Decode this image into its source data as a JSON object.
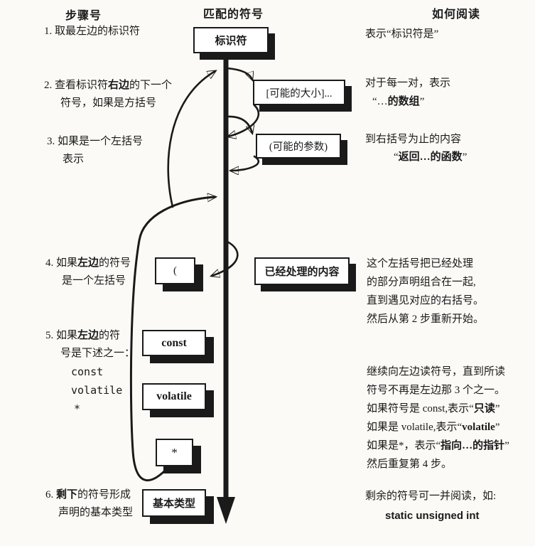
{
  "colors": {
    "ink": "#1a1a1a",
    "paper": "#fbfaf6"
  },
  "headers": {
    "steps": "步骤号",
    "symbols": "匹配的符号",
    "reading": "如何阅读"
  },
  "boxes": {
    "identifier": "标识符",
    "size": "[可能的大小]...",
    "params": "(可能的参数)",
    "lparen": "(",
    "processed": "已经处理的内容",
    "const": "const",
    "volatile": "volatile",
    "star": "*",
    "basetype": "基本类型"
  },
  "steps": [
    {
      "lines": [
        [
          {
            "t": "1.  取最左边的标识符"
          }
        ]
      ]
    },
    {
      "lines": [
        [
          {
            "t": "2.  查看标识符"
          },
          {
            "t": "右边",
            "b": true
          },
          {
            "t": "的下一个"
          }
        ],
        [
          {
            "t": "符号，如果是方括号"
          }
        ]
      ]
    },
    {
      "lines": [
        [
          {
            "t": "3.  如果是一个左括号"
          }
        ],
        [
          {
            "t": "表示"
          }
        ]
      ]
    },
    {
      "lines": [
        [
          {
            "t": "4.  如果"
          },
          {
            "t": "左边",
            "b": true
          },
          {
            "t": "的符号"
          }
        ],
        [
          {
            "t": "是一个左括号"
          }
        ]
      ]
    },
    {
      "lines": [
        [
          {
            "t": "5.  如果"
          },
          {
            "t": "左边",
            "b": true
          },
          {
            "t": "的符"
          }
        ],
        [
          {
            "t": "号是下述之一："
          }
        ]
      ],
      "code": [
        "const",
        "volatile",
        "*"
      ]
    },
    {
      "lines": [
        [
          {
            "t": "6.  "
          },
          {
            "t": "剩下",
            "b": true
          },
          {
            "t": "的符号形成"
          }
        ],
        [
          {
            "t": "声明的基本类型"
          }
        ]
      ]
    }
  ],
  "readings": [
    {
      "lines": [
        [
          {
            "t": "表示“标识符是”"
          }
        ]
      ]
    },
    {
      "lines": [
        [
          {
            "t": "对于每一对，表示"
          }
        ],
        [
          {
            "t": "“…"
          },
          {
            "t": "的数组",
            "b": true
          },
          {
            "t": "”"
          }
        ]
      ]
    },
    {
      "lines": [
        [
          {
            "t": "到右括号为止的内容"
          }
        ],
        [
          {
            "t": "“"
          },
          {
            "t": "返回…的函数",
            "b": true
          },
          {
            "t": "”"
          }
        ]
      ]
    },
    {
      "lines": [
        [
          {
            "t": "这个左括号把已经处理"
          }
        ],
        [
          {
            "t": "的部分声明组合在一起,"
          }
        ],
        [
          {
            "t": "直到遇见对应的右括号。"
          }
        ],
        [
          {
            "t": "然后从第 2 步重新开始。"
          }
        ]
      ]
    },
    {
      "lines": [
        [
          {
            "t": "继续向左边读符号，直到所读"
          }
        ],
        [
          {
            "t": "符号不再是左边那 3 个之一。"
          }
        ],
        [
          {
            "t": "如果符号是 const,表示“"
          },
          {
            "t": "只读",
            "b": true
          },
          {
            "t": "”"
          }
        ],
        [
          {
            "t": "如果是 volatile,表示“"
          },
          {
            "t": "volatile",
            "b": true
          },
          {
            "t": "”"
          }
        ],
        [
          {
            "t": "如果是*，表示“"
          },
          {
            "t": "指向…的指针",
            "b": true
          },
          {
            "t": "”"
          }
        ],
        [
          {
            "t": "然后重复第 4 步。"
          }
        ]
      ]
    },
    {
      "lines": [
        [
          {
            "t": "剩余的符号可一并阅读，如:"
          }
        ],
        [
          {
            "t": "static unsigned int",
            "b": true,
            "sans": true
          }
        ]
      ]
    }
  ]
}
